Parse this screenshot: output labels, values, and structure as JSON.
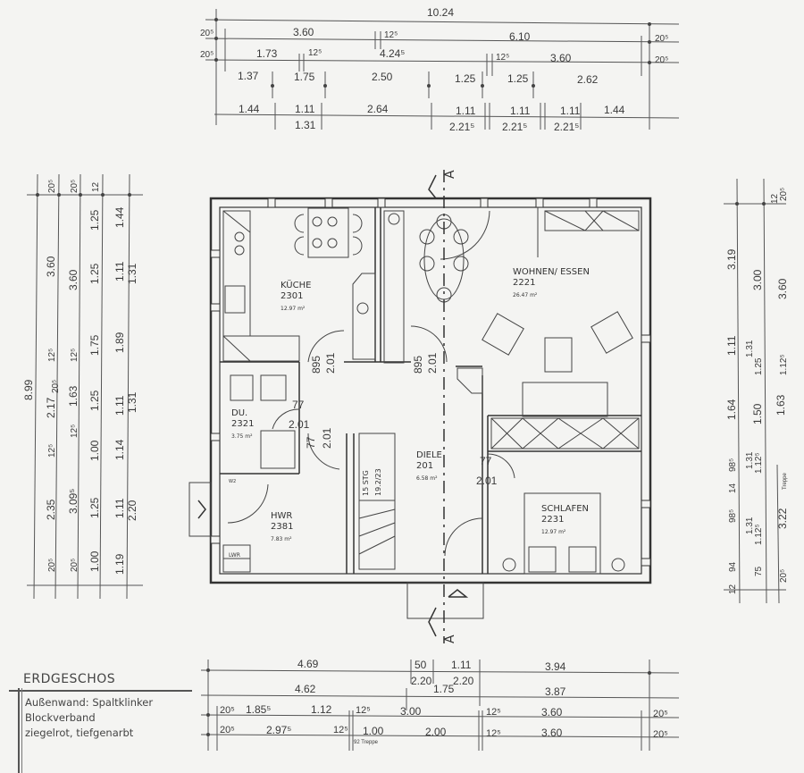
{
  "plan": {
    "floor_title": "ERDGESCHOS",
    "wall_note": [
      "Außenwand: Spaltklinker",
      "Blockverband",
      "ziegelrot, tiefgenarbt"
    ],
    "section_marker": "A"
  },
  "rooms": [
    {
      "name": "KÜCHE",
      "number": "2301",
      "area": "12.97 m²"
    },
    {
      "name": "WOHNEN/ ESSEN",
      "number": "2221",
      "area": "26.47 m²"
    },
    {
      "name": "DU.",
      "number": "2321",
      "area": "3.75 m²"
    },
    {
      "name": "DIELE",
      "number": "201",
      "area": "6.58 m²"
    },
    {
      "name": "HWR",
      "number": "2381",
      "area": "7.83 m²"
    },
    {
      "name": "SCHLAFEN",
      "number": "2231",
      "area": "12.97 m²"
    }
  ],
  "doors": {
    "kueche_w": "895",
    "kueche_h": "2.01",
    "diele_w": "895",
    "diele_h": "2.01",
    "du_w": "77",
    "du_h": "2.01",
    "hwr_w": "77",
    "hwr_h": "2.01",
    "schlafen_w": "77",
    "schlafen_h": "2.01"
  },
  "stair": {
    "steps": "15 STG",
    "ratio": "19.2/23",
    "label": "Treppe"
  },
  "fixtures": {
    "lwr": "LWR",
    "wc_label": "W2"
  },
  "dims_top": {
    "row1": [
      "10.24"
    ],
    "row2": [
      "20⁵",
      "3.60",
      "12⁵",
      "6.10",
      "20⁵"
    ],
    "row3": [
      "20⁵",
      "1.73",
      "12⁵",
      "4.24⁵",
      "12⁵",
      "3.60",
      "20⁵"
    ],
    "row4": [
      "1.37",
      "1.75",
      "2.50",
      "1.25",
      "1.25",
      "2.62"
    ],
    "row5": [
      "1.44",
      "1.11",
      "2.64",
      "1.11",
      "1.11",
      "1.11",
      "1.44"
    ],
    "row5_sub": [
      "1.31",
      "2.21⁵",
      "2.21⁵",
      "2.21⁵"
    ]
  },
  "dims_left": {
    "col1": [
      "8.99"
    ],
    "col2": [
      "20⁵",
      "3.60",
      "12⁵",
      "2.17",
      "12⁵",
      "2.35",
      "20⁵"
    ],
    "col3": [
      "20⁵",
      "3.60",
      "12⁵",
      "20⁵",
      "1.63",
      "12⁵",
      "3.09⁵",
      "20⁵"
    ],
    "col4": [
      "12",
      "1.25",
      "1.25",
      "1.75",
      "1.25",
      "1.00",
      "1.25",
      "1.00"
    ],
    "col5": [
      "1.44",
      "1.11",
      "1.31",
      "1.89",
      "1.11",
      "1.31",
      "1.14",
      "1.11",
      "2.20",
      "1.19"
    ]
  },
  "dims_right": {
    "col1": [
      "3.19",
      "1.11",
      "1.64",
      "98⁵",
      "14",
      "98⁵",
      "94",
      "12"
    ],
    "col2": [
      "12",
      "3.00",
      "1.25",
      "1.31",
      "1.50",
      "1.12⁵",
      "1.31",
      "1.12⁵",
      "1.31",
      "75"
    ],
    "col3": [
      "20⁵",
      "3.60",
      "1.12⁵",
      "1.63",
      "3.22",
      "20⁵"
    ],
    "col3_note": "Treppe"
  },
  "dims_bottom": {
    "row1": [
      "4.69",
      "50",
      "1.11",
      "3.94"
    ],
    "row2": [
      "4.62",
      "2.20",
      "1.75",
      "2.20",
      "3.87"
    ],
    "row3": [
      "20⁵",
      "1.85⁵",
      "1.12",
      "12⁵",
      "3.00",
      "12⁵",
      "3.60",
      "20⁵"
    ],
    "row4": [
      "20⁵",
      "2.97⁵",
      "12⁵",
      "1.00",
      "2.00",
      "12⁵",
      "3.60",
      "20⁵"
    ],
    "row4_note": "92 Treppe"
  }
}
